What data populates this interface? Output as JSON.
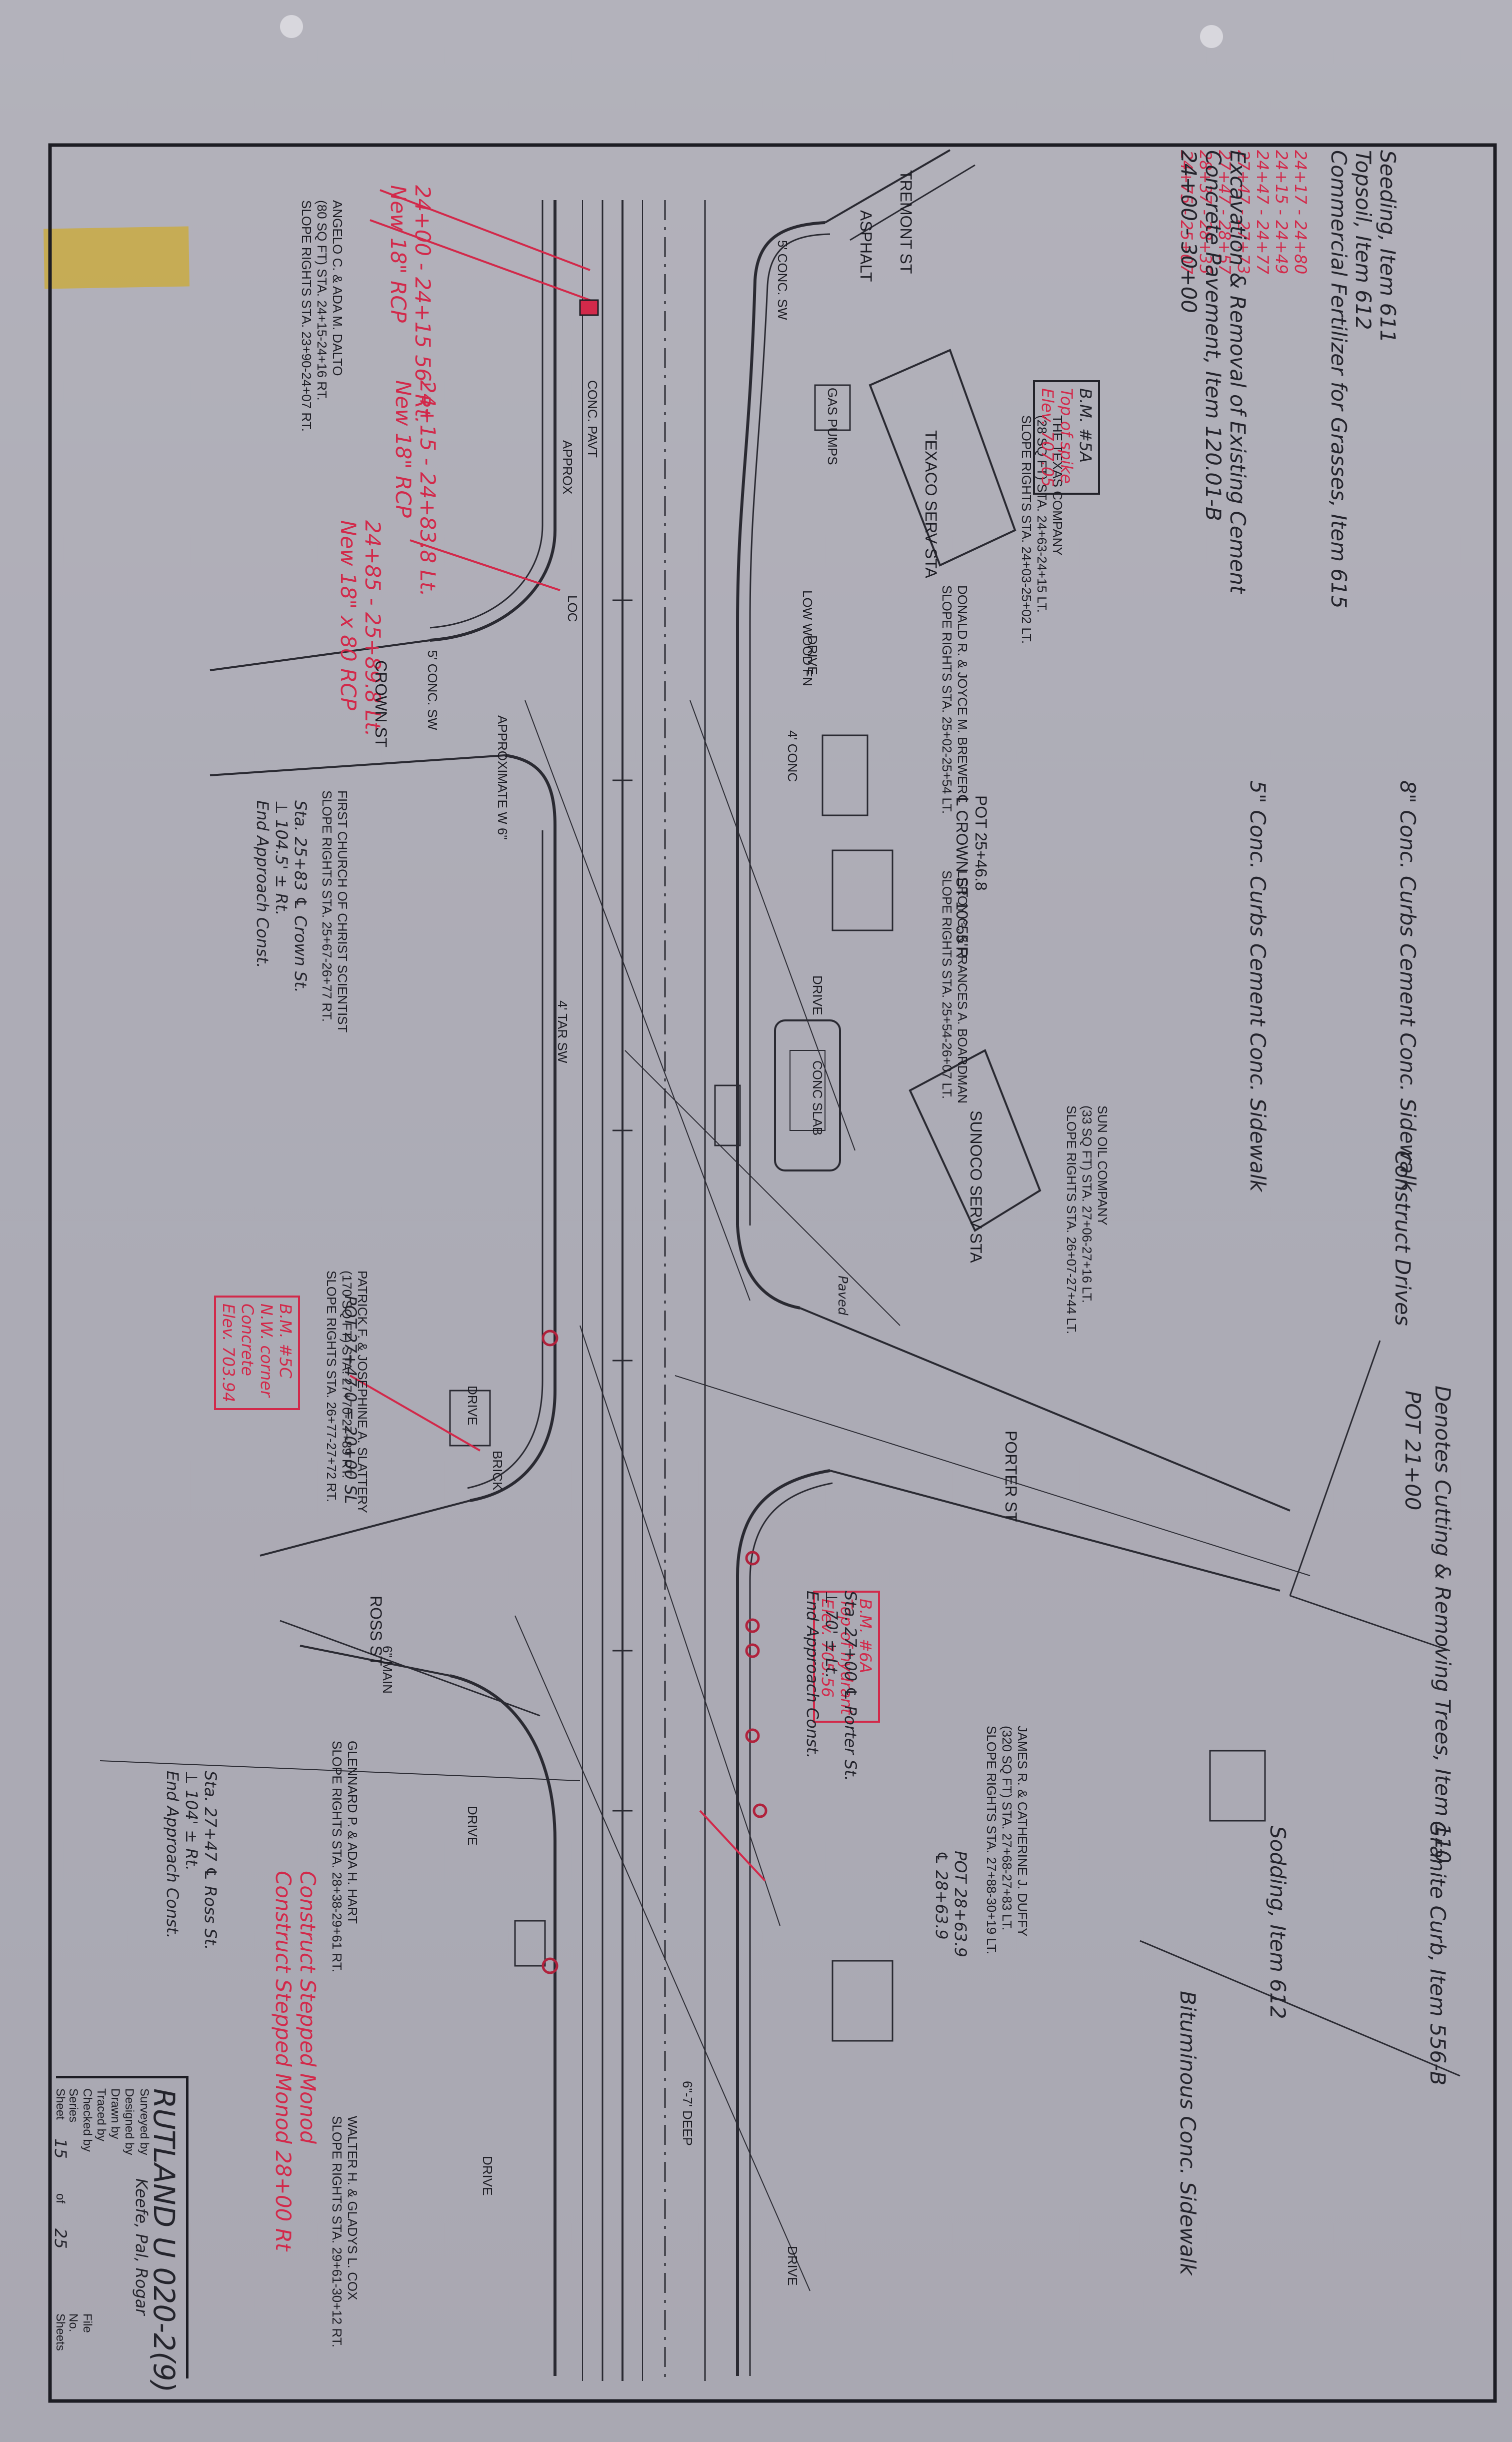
{
  "title_block": {
    "project": "RUTLAND U 020-2(9)",
    "surveyed_by": "Keefe, Pal, Rogar",
    "field_labels": [
      "Surveyed by",
      "Designed by",
      "Drawn by",
      "Traced by",
      "Checked by",
      "Series",
      "File",
      "No."
    ],
    "sheet_label": "Sheet",
    "sheet_no": "15",
    "of_label": "of",
    "sheet_total": "25",
    "sheets_label": "Sheets"
  },
  "streets": {
    "tremont": "TREMONT ST",
    "crown": "CROWN ST",
    "porter": "PORTER ST",
    "ross": "ROSS ST",
    "asphalt": "ASPHALT"
  },
  "buildings": {
    "texaco": "TEXACO SERV STA",
    "gas_pumps": "GAS PUMPS",
    "sunoco": "SUNOCO SERV STA",
    "conc_slab": "CONC SLAB"
  },
  "owners": [
    {
      "name": "ANGELO C. & ADA M. DALTO",
      "lines": [
        "(80 SQ FT) STA. 24+15-24+16 RT.",
        "SLOPE RIGHTS STA. 23+90-24+07 RT."
      ]
    },
    {
      "name": "THE TEXAS COMPANY",
      "lines": [
        "(28 SQ FT) STA. 24+63-24+15 LT.",
        "SLOPE RIGHTS STA. 24+03-25+02 LT."
      ]
    },
    {
      "name": "DONALD R. & JOYCE M. BREWER",
      "lines": [
        "SLOPE RIGHTS STA. 25+02-25+54 LT."
      ]
    },
    {
      "name": "LEROY G. & FRANCES A. BOARDMAN",
      "lines": [
        "SLOPE RIGHTS STA. 25+54-26+07 LT."
      ]
    },
    {
      "name": "FIRST CHURCH OF CHRIST SCIENTIST",
      "lines": [
        "SLOPE RIGHTS STA. 25+67-26+77 RT."
      ]
    },
    {
      "name": "SUN OIL COMPANY",
      "lines": [
        "(33 SQ FT) STA. 27+06-27+16 LT.",
        "SLOPE RIGHTS STA. 26+07-27+44 LT."
      ]
    },
    {
      "name": "PATRICK F. & JOSEPHINE A. SLATTERY",
      "lines": [
        "(170 SQ FT) STA. 27+70-27+89 RT.",
        "SLOPE RIGHTS STA. 26+77-27+72 RT."
      ]
    },
    {
      "name": "GLENNARD P. & ADA H. HART",
      "lines": [
        "SLOPE RIGHTS STA. 28+38-29+61 RT."
      ]
    },
    {
      "name": "JAMES R. & CATHERINE J. DUFFY",
      "lines": [
        "(320 SQ FT) STA. 27+68-27+83 LT.",
        "SLOPE RIGHTS STA. 27+88-30+19 LT."
      ]
    },
    {
      "name": "WALTER H. & GLADYS L. COX",
      "lines": [
        "SLOPE RIGHTS STA. 29+61-30+12 RT."
      ]
    }
  ],
  "station_points": {
    "pot_25": "POT 25+46.8",
    "crown_pt": "℄ CROWN ST 10°55'R",
    "pot_27": "POT 27+47.0 = 20+00 SL",
    "pot_28": "POT 28+63.9",
    "pot_28b": "℄ 28+63.9",
    "pot_21": "POT 21+00"
  },
  "bench_marks": [
    {
      "label": "B.M. #5A",
      "lines": [
        "Top of spike",
        "Elev. 707.05"
      ]
    },
    {
      "label": "B.M. #5C",
      "lines": [
        "N.W. corner",
        "Concrete",
        "Elev. 703.94"
      ]
    },
    {
      "label": "B.M. #6A",
      "lines": [
        "Top of hydrant",
        "Elev. 705.56"
      ]
    }
  ],
  "approach_notes": [
    {
      "title": "Sta. 25+83 ℄ Crown St.",
      "lines": [
        "⊥ 104.5' ± Rt.",
        "End Approach Const."
      ]
    },
    {
      "title": "Sta. 27+00 ℄ Porter St.",
      "lines": [
        "⊥ 70' ± Lt.",
        "End Approach Const."
      ]
    },
    {
      "title": "Sta. 27+47 ℄ Ross St.",
      "lines": [
        "⊥ 104' ± Rt.",
        "End Approach Const."
      ]
    }
  ],
  "right_notes": {
    "seeding": "Seeding, Item 611",
    "topsoil": "Topsoil, Item 612",
    "fertilizer": "Commercial Fertilizer for Grasses, Item 615",
    "seeding_rows": [
      "24+17 - 24+80",
      "24+15 - 24+49",
      "24+47 - 24+77",
      "27+47 - 27+73",
      "27+47 - 28+57",
      "28+37 - 28+35",
      "24+75 - 25+07"
    ],
    "excavation": "Excavation & Removal of Existing Cement",
    "concrete_pavt": "Concrete Pavement, Item 120.01-B",
    "conc_range": "24+00 - 30+00",
    "curb": "8\" Conc. Curbs Cement Conc. Sidewalk",
    "sidewalk": "5\" Conc. Curbs Cement Conc. Sidewalk",
    "drives": "Construct Drives",
    "trees": "Denotes Cutting & Removing Trees, Item 110",
    "granite": "Granite Curb, Item 556-B",
    "sodding": "Sodding, Item 612",
    "bituminous": "Bituminous Conc. Sidewalk"
  },
  "red_notes": [
    "24+00 - 24+15 56' Rt.",
    "New 18\" RCP",
    "24+15 - 24+83.8 Lt.",
    "New 18\" RCP",
    "24+85 - 25+89.8 Lt.",
    "New 18\" x 80 RCP",
    "Construct Stepped Monod",
    "Construct Stepped Monod 28+00 Rt"
  ],
  "labels": {
    "conc_sw": "5' CONC. SW",
    "conc_pavt": "CONC. PAVT",
    "drive": "DRIVE",
    "approx": "APPROX",
    "approximate": "APPROXIMATE W 6\"",
    "tar_sw": "4' TAR SW",
    "brick": "BRICK",
    "main": "6\" MAIN",
    "deep": "6\"-7' DEEP",
    "loc": "LOC",
    "paved": "Paved",
    "low_wood_fn": "LOW WOOD FN",
    "conc": "4' CONC"
  }
}
